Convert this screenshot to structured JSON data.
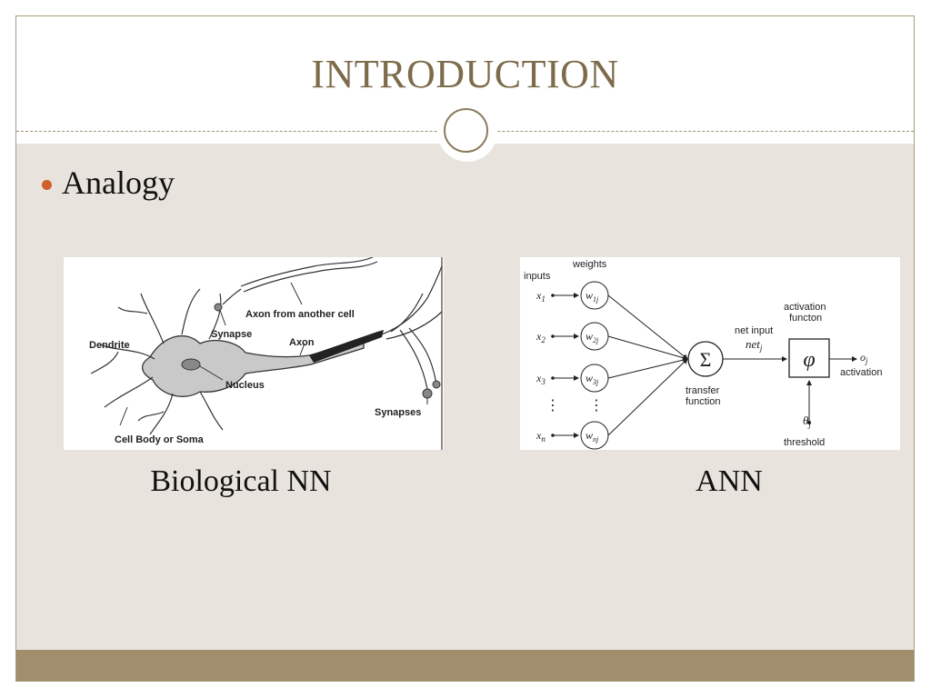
{
  "slide": {
    "title": "INTRODUCTION",
    "bullet": "Analogy",
    "bio_caption": "Biological NN",
    "ann_caption": "ANN"
  },
  "bio_figure": {
    "labels": {
      "axon_from_another_cell": "Axon from another cell",
      "synapse": "Synapse",
      "dendrite": "Dendrite",
      "axon": "Axon",
      "nucleus": "Nucleus",
      "synapses": "Synapses",
      "cell_body": "Cell Body or Soma"
    }
  },
  "ann_figure": {
    "labels": {
      "weights": "weights",
      "inputs": "inputs",
      "activation_function": "activation",
      "activation_function_2": "functon",
      "net_input": "net input",
      "net_symbol": "net",
      "net_sub": "j",
      "sigma": "Σ",
      "phi": "φ",
      "output": "o",
      "output_sub": "j",
      "activation": "activation",
      "transfer": "transfer",
      "transfer_2": "function",
      "theta": "θ",
      "theta_sub": "j",
      "threshold": "threshold",
      "dots": "⋮"
    },
    "inputs": [
      {
        "x": "x",
        "xsub": "1",
        "w": "w",
        "wsub": "1j"
      },
      {
        "x": "x",
        "xsub": "2",
        "w": "w",
        "wsub": "2j"
      },
      {
        "x": "x",
        "xsub": "3",
        "w": "w",
        "wsub": "3j"
      },
      {
        "x": "x",
        "xsub": "n",
        "w": "w",
        "wsub": "nj"
      }
    ]
  },
  "colors": {
    "title": "#7d6b4a",
    "bullet": "#d0602c",
    "background": "#e8e3dc",
    "footer": "#a08e6c"
  }
}
